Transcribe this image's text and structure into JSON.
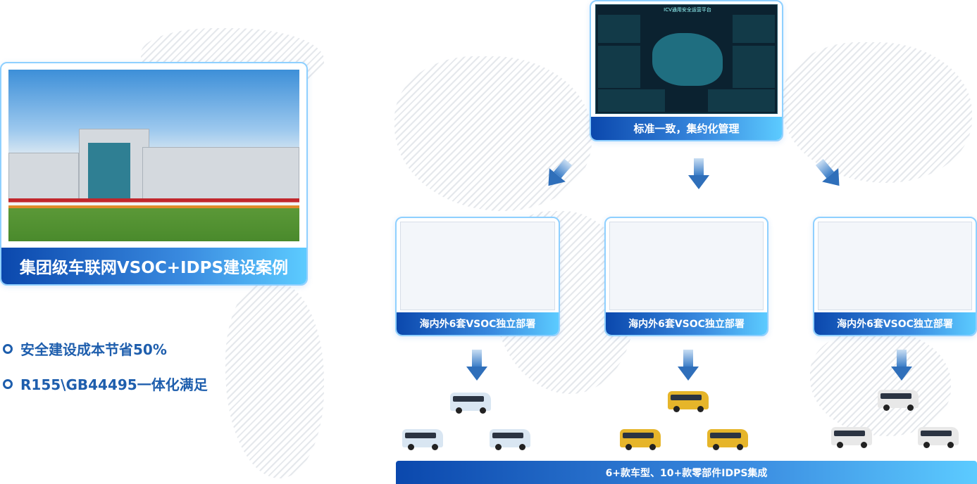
{
  "case_card": {
    "title": "集团级车联网VSOC+IDPS建设案例"
  },
  "bullets": [
    "安全建设成本节省50%",
    "R155\\GB44495一体化满足"
  ],
  "central": {
    "label": "标准一致，集约化管理",
    "screen_title": "ICV通用安全运营平台"
  },
  "regional": [
    {
      "label": "海内外6套VSOC独立部署"
    },
    {
      "label": "海内外6套VSOC独立部署"
    },
    {
      "label": "海内外6套VSOC独立部署"
    }
  ],
  "bottom_bar": {
    "label": "6+款车型、10+款零部件IDPS集成"
  },
  "colors": {
    "accent": "#1e5ead",
    "bar_start": "#0b48ad",
    "bar_end": "#5ccbff"
  }
}
